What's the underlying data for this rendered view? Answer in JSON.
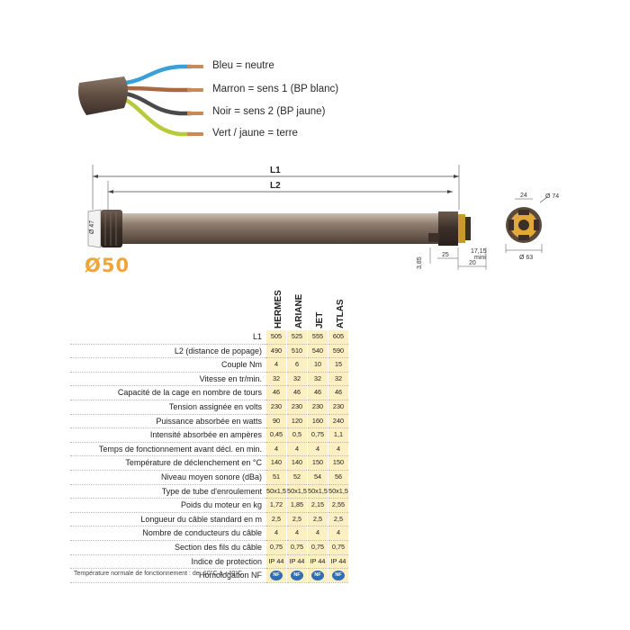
{
  "wires": [
    {
      "label": "Bleu = neutre",
      "color": "#3aa0d8"
    },
    {
      "label": "Marron = sens 1 (BP blanc)",
      "color": "#a86a45"
    },
    {
      "label": "Noir = sens 2 (BP jaune)",
      "color": "#4a4a4a"
    },
    {
      "label": "Vert / jaune = terre",
      "color": "#b8c93a"
    }
  ],
  "diagram": {
    "L1": "L1",
    "L2": "L2",
    "diameter": "Ø50",
    "d47": "Ø 47",
    "d74": "Ø 74",
    "d63": "Ø 63",
    "d24": "24",
    "d25": "25",
    "d20": "20",
    "d3_85": "3,85",
    "d17_15": "17,15",
    "mini": "mini"
  },
  "table": {
    "columns": [
      "HERMES",
      "ARIANE",
      "JET",
      "ATLAS"
    ],
    "rows": [
      {
        "label": "L1",
        "values": [
          "505",
          "525",
          "555",
          "605"
        ]
      },
      {
        "label": "L2 (distance de popage)",
        "values": [
          "490",
          "510",
          "540",
          "590"
        ]
      },
      {
        "label": "Couple Nm",
        "values": [
          "4",
          "6",
          "10",
          "15"
        ]
      },
      {
        "label": "Vitesse en tr/min.",
        "values": [
          "32",
          "32",
          "32",
          "32"
        ]
      },
      {
        "label": "Capacité de la cage en nombre de tours",
        "values": [
          "46",
          "46",
          "46",
          "46"
        ]
      },
      {
        "label": "Tension assignée en volts",
        "values": [
          "230",
          "230",
          "230",
          "230"
        ]
      },
      {
        "label": "Puissance absorbée en watts",
        "values": [
          "90",
          "120",
          "160",
          "240"
        ]
      },
      {
        "label": "Intensité absorbée en ampères",
        "values": [
          "0,45",
          "0,5",
          "0,75",
          "1,1"
        ]
      },
      {
        "label": "Temps de fonctionnement avant décl. en min.",
        "values": [
          "4",
          "4",
          "4",
          "4"
        ]
      },
      {
        "label": "Température de déclenchement en °C",
        "values": [
          "140",
          "140",
          "150",
          "150"
        ]
      },
      {
        "label": "Niveau moyen sonore (dBa)",
        "values": [
          "51",
          "52",
          "54",
          "56"
        ]
      },
      {
        "label": "Type de tube d'enroulement",
        "values": [
          "50x1,5",
          "50x1,5",
          "50x1,5",
          "50x1,5"
        ]
      },
      {
        "label": "Poids du moteur en kg",
        "values": [
          "1,72",
          "1,85",
          "2,15",
          "2,55"
        ]
      },
      {
        "label": "Longueur du câble standard en m",
        "values": [
          "2,5",
          "2,5",
          "2,5",
          "2,5"
        ]
      },
      {
        "label": "Nombre de conducteurs du câble",
        "values": [
          "4",
          "4",
          "4",
          "4"
        ]
      },
      {
        "label": "Section des fils du câble",
        "values": [
          "0,75",
          "0,75",
          "0,75",
          "0,75"
        ]
      },
      {
        "label": "Indice de protection",
        "values": [
          "IP 44",
          "IP 44",
          "IP 44",
          "IP 44"
        ]
      },
      {
        "label": "Homologation NF",
        "values": [
          "NF",
          "NF",
          "NF",
          "NF"
        ]
      }
    ]
  },
  "note": "Température normale de fonctionnement : de -10°C à +40°C",
  "colors": {
    "cell_bg": "#fcefc2",
    "accent": "#f0a53a",
    "tube": "#7a6a5e",
    "nf_badge": "#2f6db5"
  }
}
